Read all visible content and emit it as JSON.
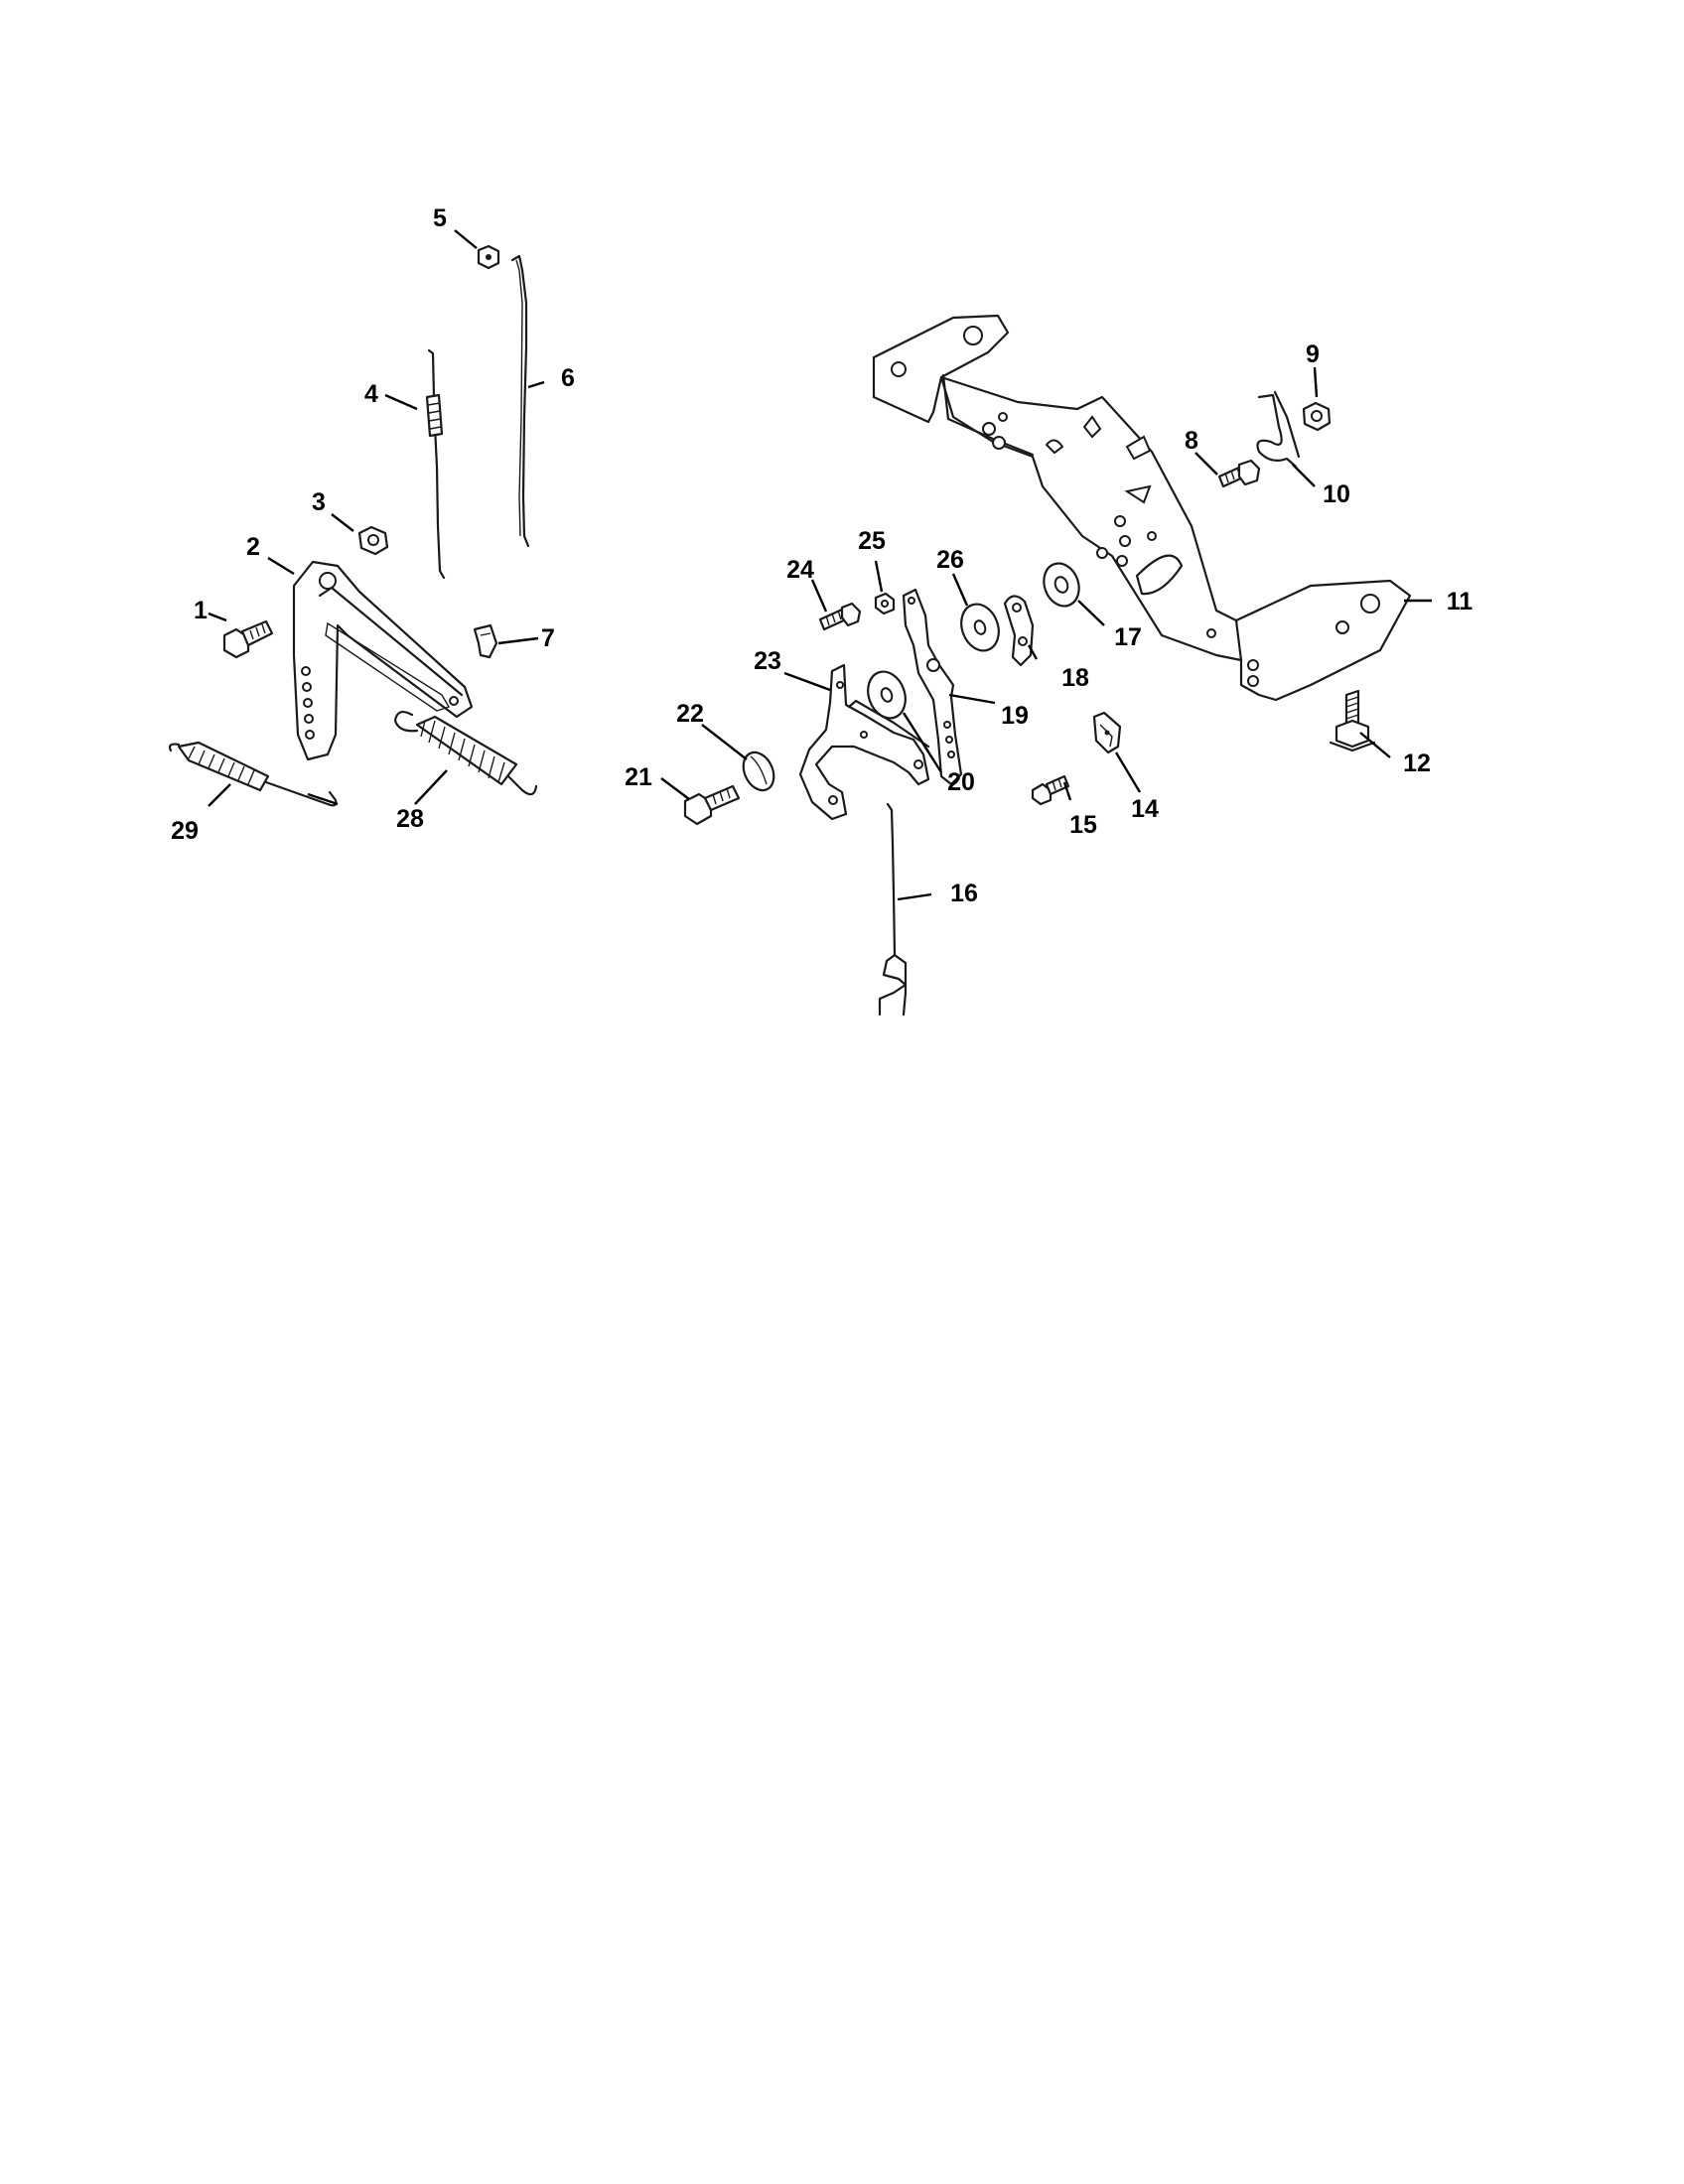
{
  "diagram": {
    "callouts": [
      {
        "id": "1",
        "label": "1",
        "part": "bolt"
      },
      {
        "id": "2",
        "label": "2",
        "part": "control-lever"
      },
      {
        "id": "3",
        "label": "3",
        "part": "nut"
      },
      {
        "id": "4",
        "label": "4",
        "part": "governor-rod-with-spring"
      },
      {
        "id": "5",
        "label": "5",
        "part": "small-nut"
      },
      {
        "id": "6",
        "label": "6",
        "part": "throttle-rod"
      },
      {
        "id": "7",
        "label": "7",
        "part": "clip"
      },
      {
        "id": "8",
        "label": "8",
        "part": "screw"
      },
      {
        "id": "9",
        "label": "9",
        "part": "nut"
      },
      {
        "id": "10",
        "label": "10",
        "part": "torsion-spring"
      },
      {
        "id": "11",
        "label": "11",
        "part": "control-bracket"
      },
      {
        "id": "12",
        "label": "12",
        "part": "flange-bolt"
      },
      {
        "id": "14",
        "label": "14",
        "part": "clip"
      },
      {
        "id": "15",
        "label": "15",
        "part": "screw"
      },
      {
        "id": "16",
        "label": "16",
        "part": "choke-rod"
      },
      {
        "id": "17",
        "label": "17",
        "part": "washer"
      },
      {
        "id": "18",
        "label": "18",
        "part": "choke-lever"
      },
      {
        "id": "19",
        "label": "19",
        "part": "throttle-lever"
      },
      {
        "id": "20",
        "label": "20",
        "part": "washer"
      },
      {
        "id": "21",
        "label": "21",
        "part": "bolt"
      },
      {
        "id": "22",
        "label": "22",
        "part": "wave-washer"
      },
      {
        "id": "23",
        "label": "23",
        "part": "speed-control-lever"
      },
      {
        "id": "24",
        "label": "24",
        "part": "screw"
      },
      {
        "id": "25",
        "label": "25",
        "part": "nut"
      },
      {
        "id": "26",
        "label": "26",
        "part": "washer"
      },
      {
        "id": "28",
        "label": "28",
        "part": "extension-spring"
      },
      {
        "id": "29",
        "label": "29",
        "part": "extension-spring"
      }
    ]
  }
}
